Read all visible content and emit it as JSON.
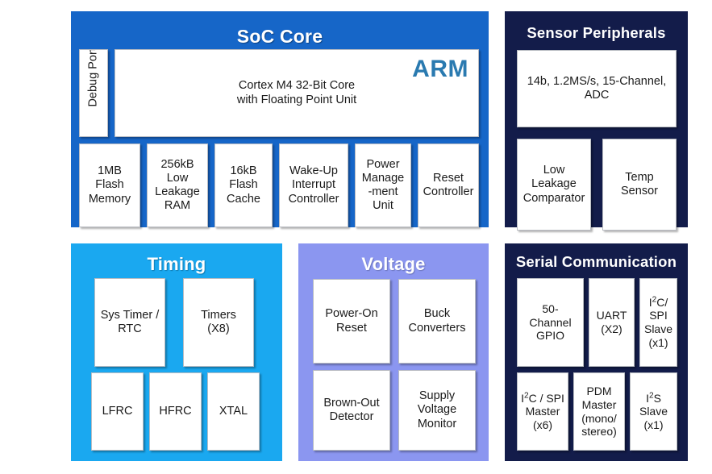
{
  "diagram": {
    "background": "#ffffff",
    "block_text_color": "#1a1a1a",
    "block_fill": "#ffffff"
  },
  "panels": {
    "soc_core": {
      "title": "SoC Core",
      "color": "#1666c8",
      "logo": "ARM",
      "logo_color": "#2a7ab0",
      "debug_port": "Debug Port",
      "cortex": "Cortex M4 32-Bit Core\nwith Floating Point Unit",
      "blocks": [
        {
          "label": "1MB\nFlash\nMemory"
        },
        {
          "label": "256kB\nLow\nLeakage\nRAM"
        },
        {
          "label": "16kB\nFlash\nCache"
        },
        {
          "label": "Wake-Up\nInterrupt\nController"
        },
        {
          "label": "Power\nManage\n-ment\nUnit"
        },
        {
          "label": "Reset\nController"
        }
      ]
    },
    "sensor_peripherals": {
      "title": "Sensor Peripherals",
      "color": "#131c4a",
      "adc": "14b, 1.2MS/s, 15-Channel,\nADC",
      "comparator": "Low\nLeakage\nComparator",
      "temp_sensor": "Temp\nSensor"
    },
    "timing": {
      "title": "Timing",
      "color": "#1aa8f0",
      "sys_timer": "Sys Timer /\nRTC",
      "timers": "Timers\n(X8)",
      "lfrc": "LFRC",
      "hfrc": "HFRC",
      "xtal": "XTAL"
    },
    "voltage": {
      "title": "Voltage",
      "color": "#8b96f0",
      "power_on_reset": "Power-On\nReset",
      "buck_converters": "Buck\nConverters",
      "brown_out_detector": "Brown-Out\nDetector",
      "supply_voltage_monitor": "Supply\nVoltage\nMonitor"
    },
    "serial_communication": {
      "title": "Serial Communication",
      "color": "#131c4a",
      "gpio": "50-\nChannel\nGPIO",
      "uart": "UART\n(X2)",
      "i2c_spi_slave": {
        "prefix": "I",
        "sup": "2",
        "suffix": "C/\nSPI\nSlave\n(x1)"
      },
      "i2c_spi_master": {
        "prefix": "I",
        "sup": "2",
        "suffix": "C / SPI\nMaster\n(x6)"
      },
      "pdm_master": "PDM\nMaster\n(mono/\nstereo)",
      "i2s_slave": {
        "prefix": "I",
        "sup": "2",
        "suffix": "S\nSlave\n(x1)"
      }
    }
  }
}
